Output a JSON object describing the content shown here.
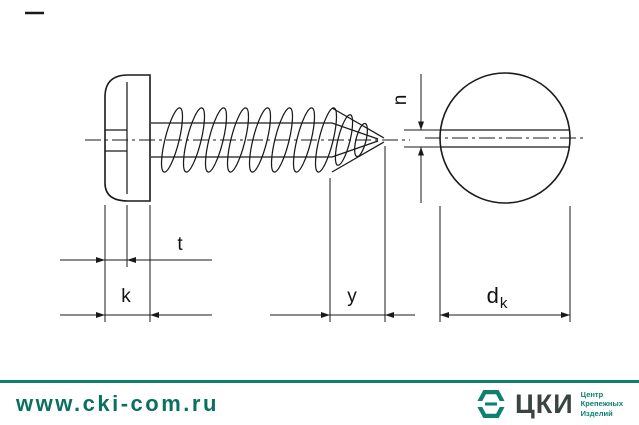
{
  "diagram": {
    "description": "Technical drawing of a slotted pan head tapping screw, side view and head front view",
    "line_color": "#1a1a1a",
    "labels": {
      "t": "t",
      "k": "k",
      "y": "y",
      "n": "n",
      "dk_main": "d",
      "dk_sub": "k"
    }
  },
  "footer": {
    "website": "www.cki-com.ru",
    "accent_color": "#0e8070",
    "website_color": "#0b7061",
    "logo": {
      "abbr": "ЦКИ",
      "tagline_lines": [
        "Центр",
        "Крепежных",
        "Изделий"
      ]
    }
  }
}
